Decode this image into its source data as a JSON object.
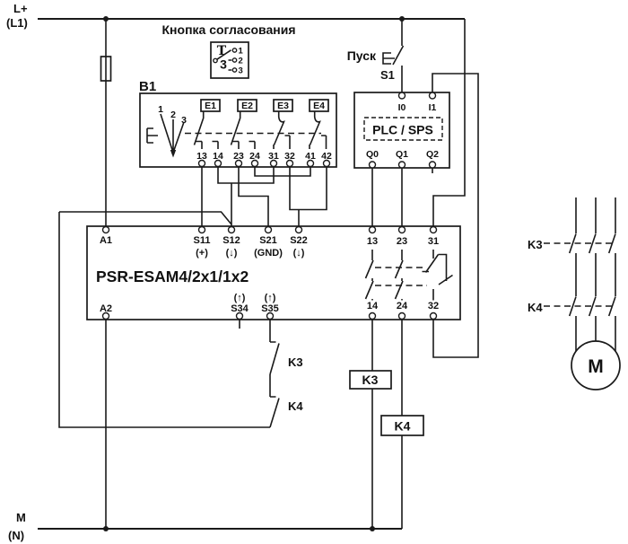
{
  "colors": {
    "line": "#1a1a1a",
    "background": "#ffffff",
    "text": "#111111"
  },
  "power": {
    "supply_label_1": "L+",
    "supply_label_2": "(L1)",
    "neutral_label_1": "M",
    "neutral_label_2": "(N)"
  },
  "ack_button": {
    "title": "Кнопка согласования",
    "actuator_glyph": "T",
    "selected_position": "3",
    "positions": [
      "1",
      "2",
      "3"
    ]
  },
  "start_button": {
    "label": "Пуск",
    "id": "S1"
  },
  "plc": {
    "label": "PLC / SPS",
    "inputs": [
      "I0",
      "I1"
    ],
    "outputs": [
      "Q0",
      "Q1",
      "Q2"
    ]
  },
  "b1": {
    "id": "B1",
    "positions": [
      "1",
      "2",
      "3"
    ],
    "blocks": [
      "E1",
      "E2",
      "E3",
      "E4"
    ],
    "terminals": [
      "13",
      "14",
      "23",
      "24",
      "31",
      "32",
      "41",
      "42"
    ]
  },
  "psr": {
    "title": "PSR-ESAM4/2x1/1x2",
    "top_terminals": [
      "A1",
      "S11",
      "S12",
      "S21",
      "S22",
      "13",
      "23",
      "31"
    ],
    "top_sublabels": [
      "(+)",
      "(↓)",
      "(GND)",
      "(↓)"
    ],
    "bottom_terminals": [
      "A2",
      "S34",
      "S35",
      "14",
      "24",
      "32"
    ],
    "bottom_suplabels": [
      "(↑)",
      "(↑)"
    ]
  },
  "feedback": {
    "contact_1": "K3",
    "contact_2": "K4"
  },
  "coils": {
    "coil_1": "K3",
    "coil_2": "K4"
  },
  "contactors": {
    "contactor_1": "K3",
    "contactor_2": "K4"
  },
  "motor": {
    "label": "M"
  }
}
